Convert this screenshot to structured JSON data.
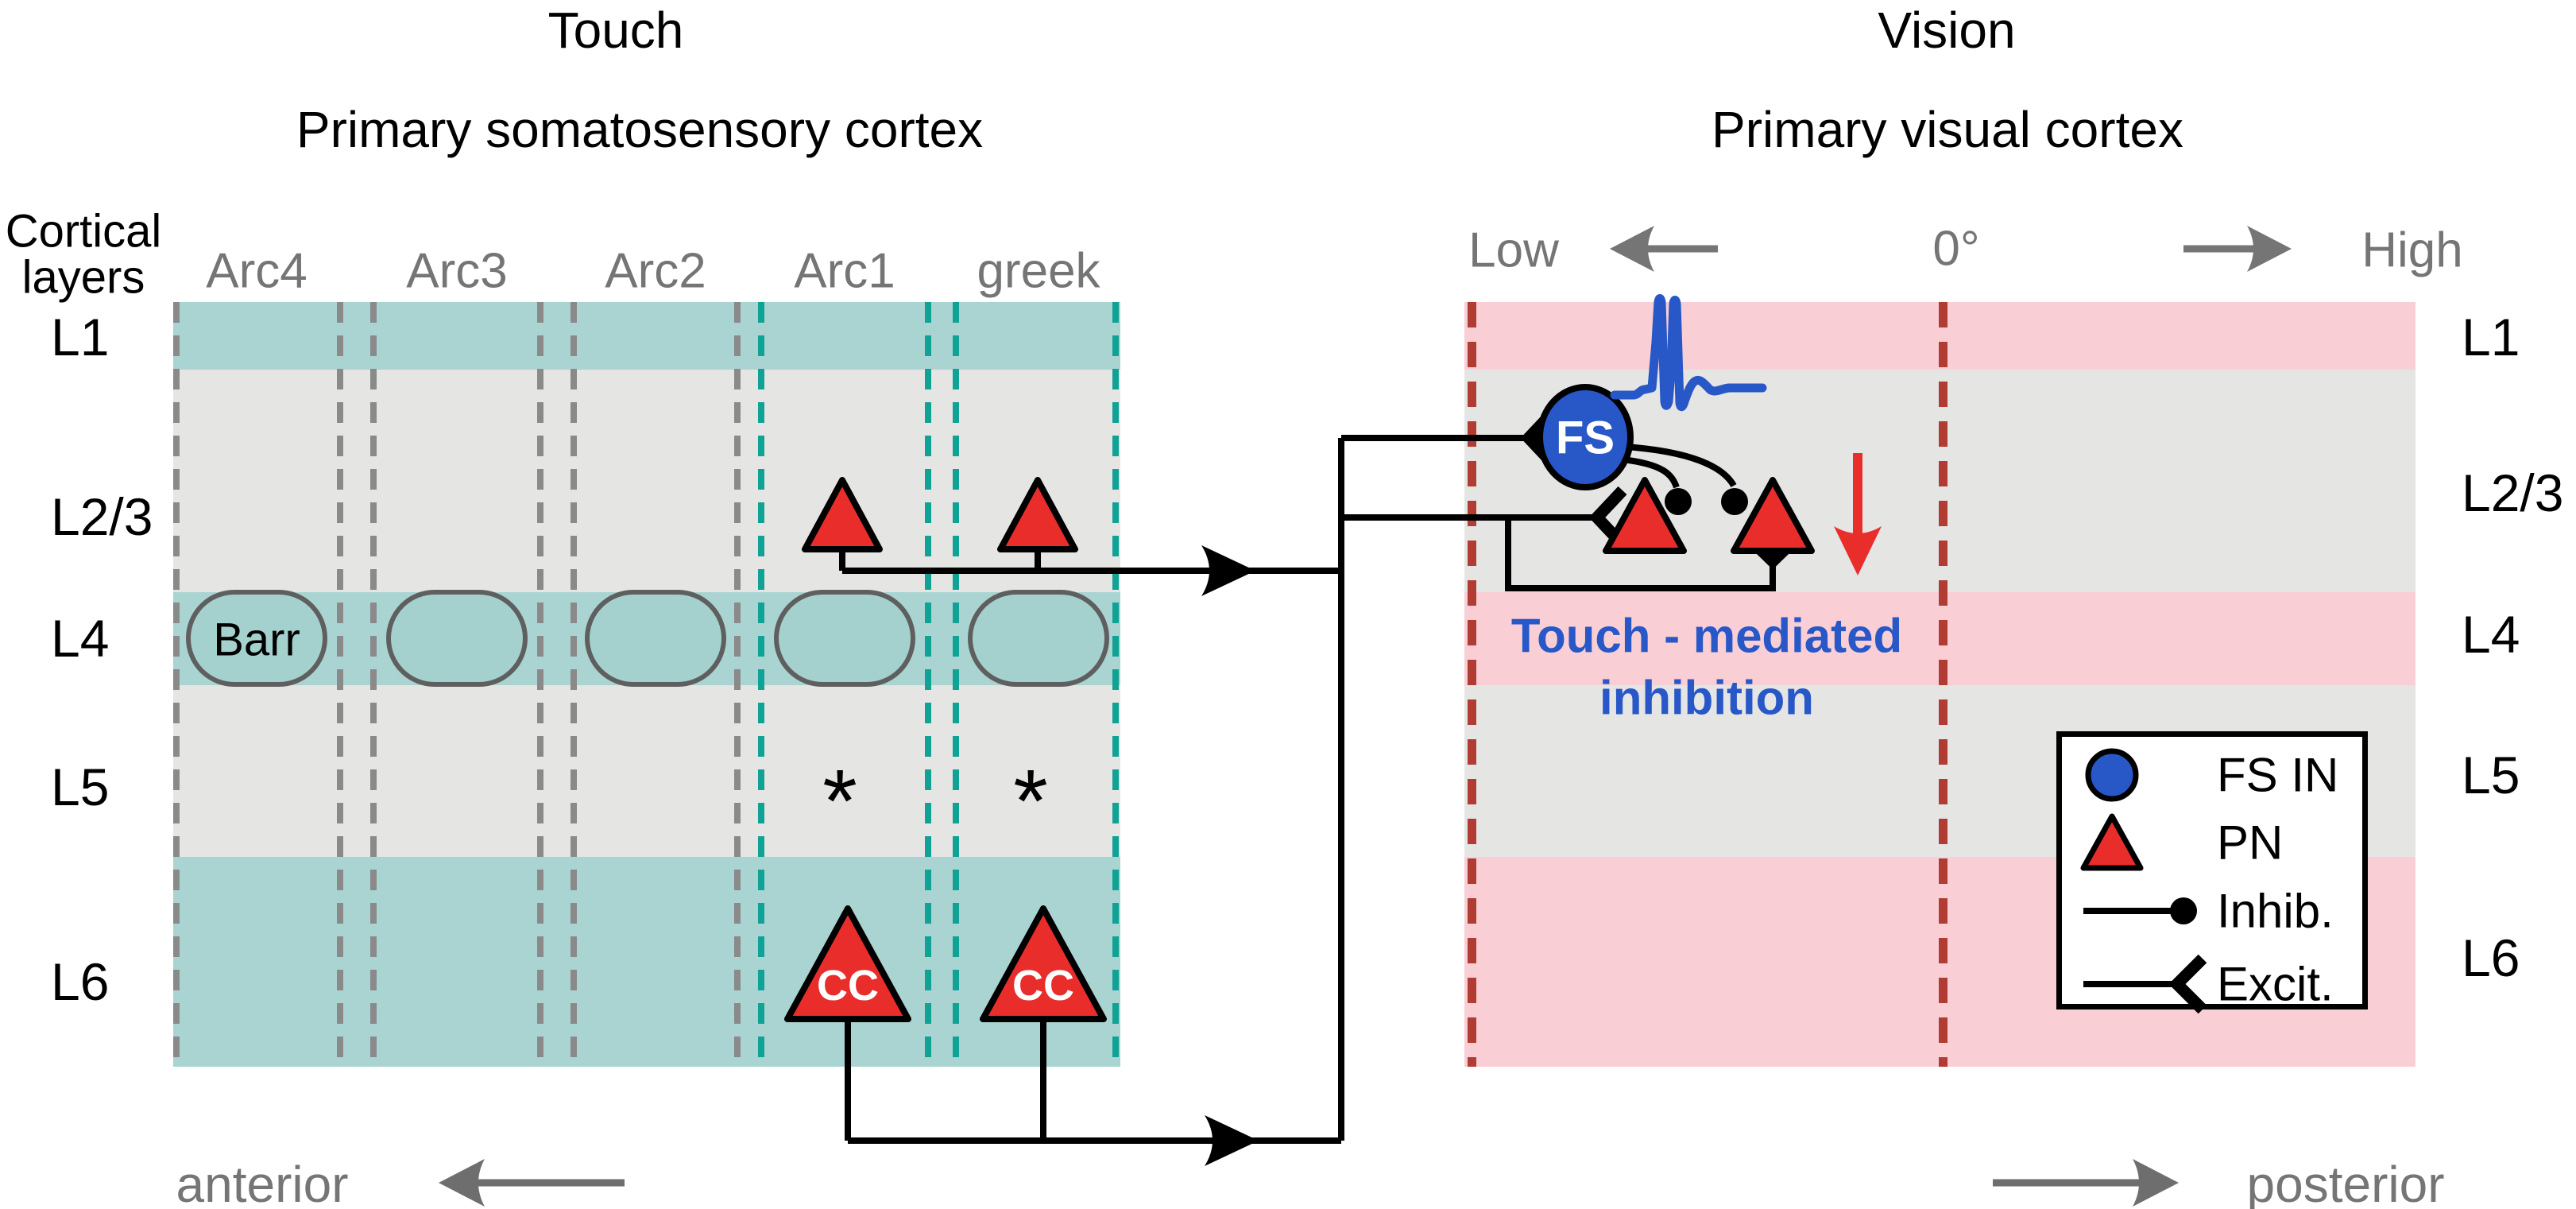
{
  "header": {
    "left_title": "Touch",
    "left_subtitle": "Primary somatosensory cortex",
    "right_title": "Vision",
    "right_subtitle": "Primary visual cortex",
    "axis_label_line1": "Cortical",
    "axis_label_line2": "layers"
  },
  "layers": [
    "L1",
    "L2/3",
    "L4",
    "L5",
    "L6"
  ],
  "left_panel": {
    "columns": [
      "Arc4",
      "Arc3",
      "Arc2",
      "Arc1",
      "greek"
    ],
    "barrel_label": "Barr",
    "cc_label": "CC",
    "asterisk": "*",
    "direction": "anterior"
  },
  "right_panel": {
    "sf_low": "Low",
    "sf_zero": "0°",
    "sf_high": "High",
    "fs_label": "FS",
    "annotation_line1": "Touch - mediated",
    "annotation_line2": "inhibition",
    "direction": "posterior"
  },
  "legend": {
    "items": [
      {
        "label": "FS IN",
        "symbol": "blue-circle"
      },
      {
        "label": "PN",
        "symbol": "red-triangle"
      },
      {
        "label": "Inhib.",
        "symbol": "line-filled-dot"
      },
      {
        "label": "Excit.",
        "symbol": "line-open-chevron"
      }
    ]
  },
  "colors": {
    "teal_band": "#aad4d1",
    "gray_band": "#e5e5e4",
    "pink_band": "#f9ced5",
    "barrel_fill": "#a4d1ce",
    "teal_dash": "#0fa295",
    "gray_dash": "#8a8a8a",
    "red_dash": "#b13c34",
    "red": "#e92d2b",
    "blue": "#2857c8",
    "label_gray": "#757575"
  }
}
